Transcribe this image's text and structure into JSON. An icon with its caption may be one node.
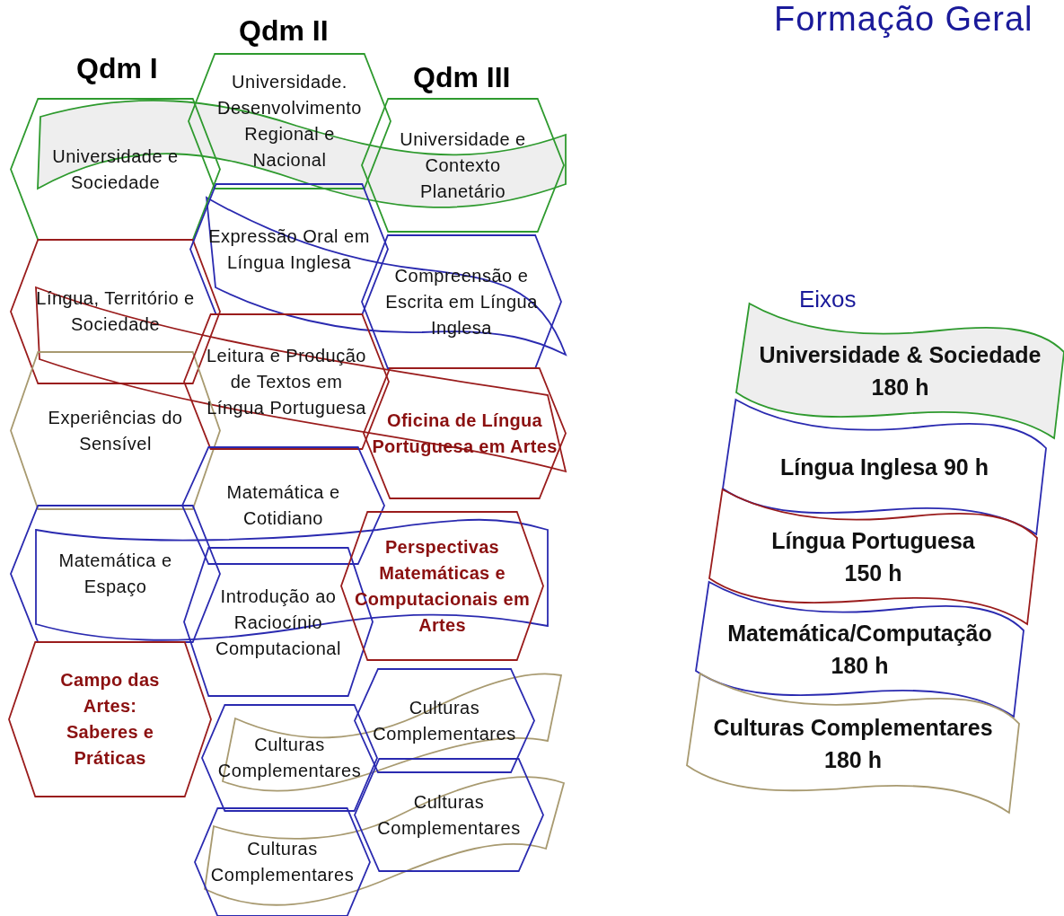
{
  "diagram": {
    "title": "Formação Geral",
    "nodes": [
      {
        "text": [
          "Universidade e Sociedade"
        ]
      },
      {
        "text": [
          "Língua, Território e Sociedade"
        ]
      },
      {
        "text": [
          "Experiências do Sensível"
        ]
      },
      {
        "text": [
          "Matemática e Espaço"
        ]
      },
      {
        "text": [
          "Campo das Artes: Saberes e Práticas"
        ]
      },
      {
        "text": [
          "Universidade. Desenvolvimento Regional e Nacional"
        ]
      },
      {
        "text": [
          "Expressão Oral em Língua Inglesa"
        ]
      },
      {
        "text": [
          "Leitura e Produção de Textos em Língua Portuguesa"
        ]
      },
      {
        "text": [
          "Matemática e Cotidiano"
        ]
      },
      {
        "text": [
          "Introdução ao Raciocínio Computacional"
        ]
      },
      {
        "text": [
          "Culturas Complementares"
        ]
      },
      {
        "text": [
          "Culturas Complementares"
        ]
      },
      {
        "text": [
          "Universidade e Contexto Planetário"
        ]
      },
      {
        "text": [
          "Compreensão e Escrita em Língua Inglesa"
        ]
      },
      {
        "text": [
          "Oficina de Língua Portuguesa em Artes"
        ]
      },
      {
        "text": [
          "Perspectivas Matemáticas e Computacionais em Artes"
        ]
      },
      {
        "text": [
          "Culturas Complementares"
        ]
      },
      {
        "text": [
          "Culturas Complementares"
        ]
      },
      {
        "text": [
          "Universidade & Sociedade 180 h"
        ]
      },
      {
        "text": [
          "Língua Inglesa 90 h"
        ]
      },
      {
        "text": [
          "Língua Portuguesa 150 h"
        ]
      },
      {
        "text": [
          "Matemática/Computação 180 h"
        ]
      },
      {
        "text": [
          "Culturas Complementares 180 h"
        ]
      }
    ],
    "labels": [
      "Qdm I",
      "Qdm II",
      "Qdm III",
      "Eixos"
    ]
  }
}
